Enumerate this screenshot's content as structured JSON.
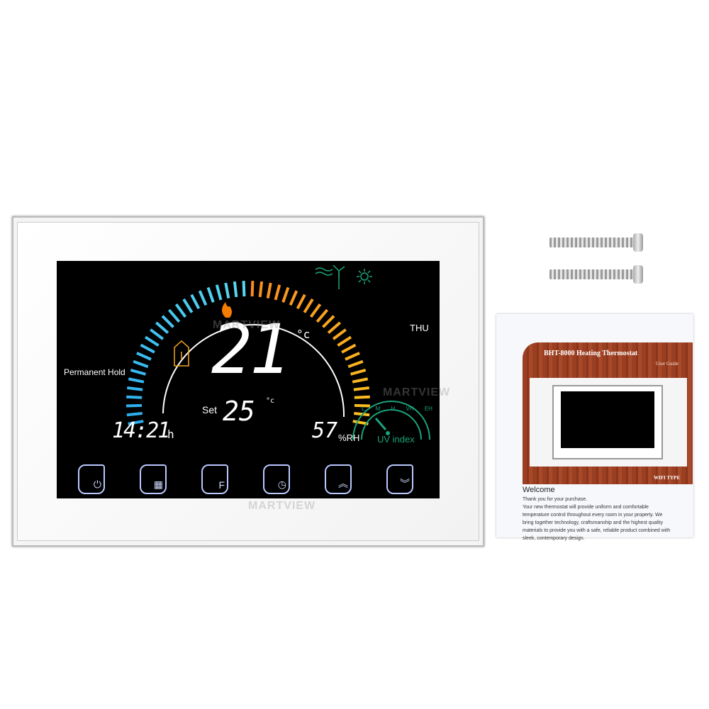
{
  "watermark": "MARTVIEW",
  "thermostat": {
    "mode": "Permanent Hold",
    "day": "THU",
    "current_temp": "21",
    "temp_unit": "°c",
    "set_label": "Set",
    "set_temp": "25",
    "time": "14:21",
    "time_unit": "h",
    "humidity": "57",
    "humidity_unit": "%RH",
    "uv_label": "UV index",
    "uv_scale": [
      "L",
      "M",
      "H",
      "VH",
      "EH"
    ],
    "uv_level": "M",
    "buttons": [
      {
        "name": "power",
        "icon": "⏻"
      },
      {
        "name": "menu",
        "icon": "▦"
      },
      {
        "name": "fan",
        "icon": "F"
      },
      {
        "name": "clock",
        "icon": "◷"
      },
      {
        "name": "up",
        "icon": "︽"
      },
      {
        "name": "down",
        "icon": "︾"
      }
    ],
    "colors": {
      "cold": "#3aa8f0",
      "warm": "#f5a623",
      "uv": "#1aa37a",
      "button": "#b9c8ff"
    }
  },
  "manual": {
    "title": "BHT-8000 Heating Thermostat",
    "subtitle": "User Guide",
    "badge": "WIFI TYPE",
    "heading": "Welcome",
    "body": [
      "Thank you for your purchase.",
      "Your new thermostat will provide uniform and comfortable",
      "temperature control throughout every room in your property. We",
      "bring together technology, craftsmanship and the highest quality",
      "materials to provide you with a safe, reliable product combined with",
      "sleek, contemporary design."
    ]
  }
}
